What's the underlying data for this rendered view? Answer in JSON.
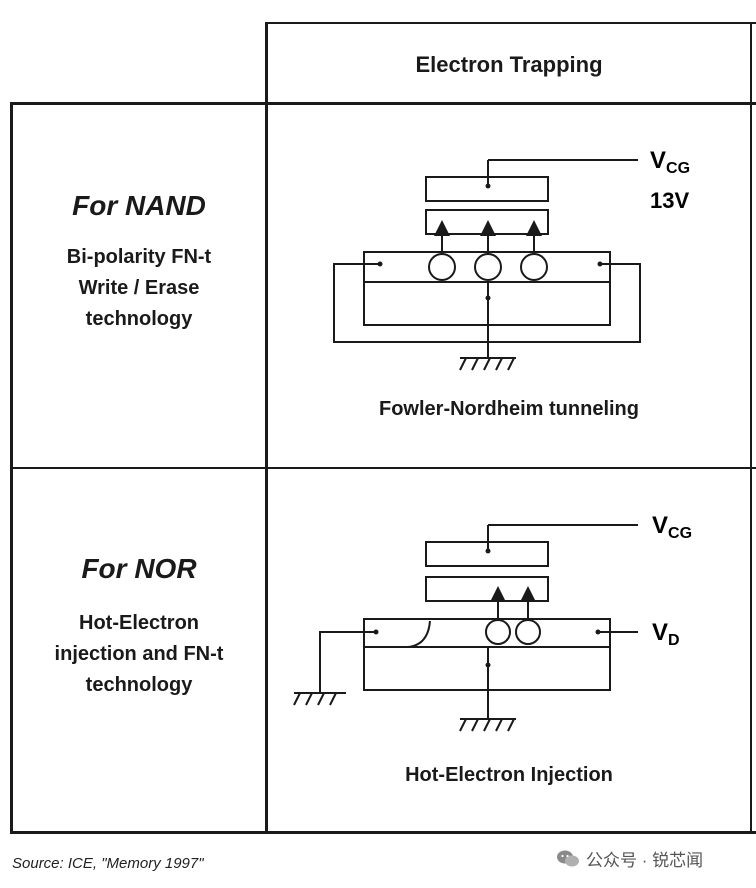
{
  "header": {
    "column_title": "Electron Trapping"
  },
  "rows": [
    {
      "title": "For NAND",
      "description_lines": [
        "Bi-polarity FN-t",
        "Write / Erase",
        "technology"
      ],
      "diagram": {
        "gate_label": "V",
        "gate_sub": "CG",
        "voltage": "13V",
        "caption": "Fowler-Nordheim tunneling"
      }
    },
    {
      "title": "For NOR",
      "description_lines": [
        "Hot-Electron",
        "injection and FN-t",
        "technology"
      ],
      "diagram": {
        "gate_label": "V",
        "gate_sub": "CG",
        "drain_label": "V",
        "drain_sub": "D",
        "caption": "Hot-Electron Injection"
      }
    }
  ],
  "footer": {
    "source": "Source:  ICE, \"Memory 1997\"",
    "watermark": "公众号 · 锐芯闻",
    "watermark_icon": "wechat-icon"
  }
}
